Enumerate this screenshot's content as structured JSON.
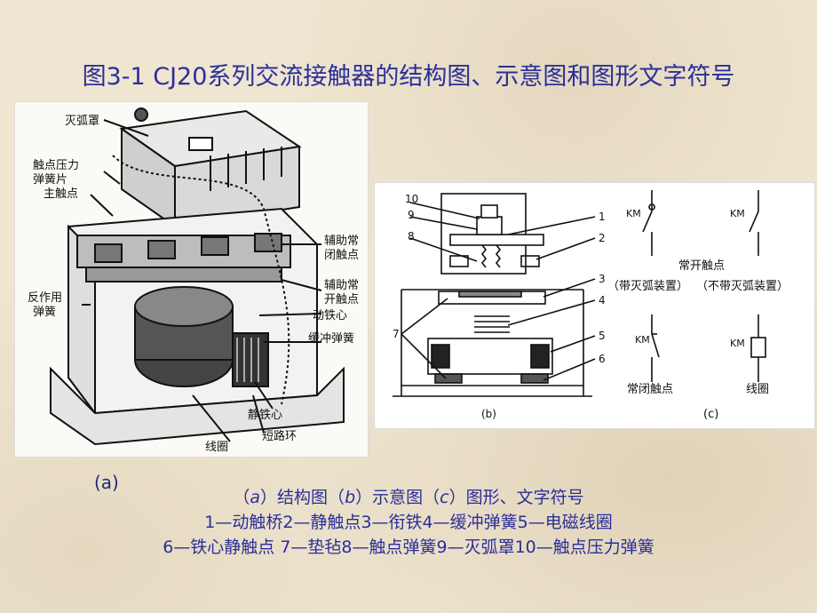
{
  "title": "图3-1  CJ20系列交流接触器的结构图、示意图和图形文字符号",
  "figure_a": {
    "labels": [
      "灭弧罩",
      "触点压力",
      "弹簧片",
      "主触点",
      "辅助常",
      "闭触点",
      "辅助常",
      "开触点",
      "动铁心",
      "缓冲弹簧",
      "反作用",
      "弹簧",
      "静铁心",
      "短路环",
      "线圈"
    ],
    "panel_label": "(a)"
  },
  "figure_b": {
    "numbers": [
      "10",
      "9",
      "8",
      "7",
      "1",
      "2",
      "3",
      "4",
      "5",
      "6"
    ],
    "caption": "(b)"
  },
  "figure_c": {
    "km": "KM",
    "normally_open": "常开触点",
    "with_arc": "（带灭弧装置）",
    "without_arc": "（不带灭弧装置）",
    "normally_closed": "常闭触点",
    "coil": "线圈",
    "caption": "(c)"
  },
  "caption": {
    "l1_a": "a",
    "l1_mid1": "）结构图（",
    "l1_b": "b",
    "l1_mid2": "）示意图（",
    "l1_c": "c",
    "l1_end": "）图形、文字符号",
    "l1_open": "（",
    "line2": "1—动触桥2—静触点3—衔铁4—缓冲弹簧5—电磁线圈",
    "line3": "6—铁心静触点 7—垫毡8—触点弹簧9—灭弧罩10—触点压力弹簧"
  }
}
